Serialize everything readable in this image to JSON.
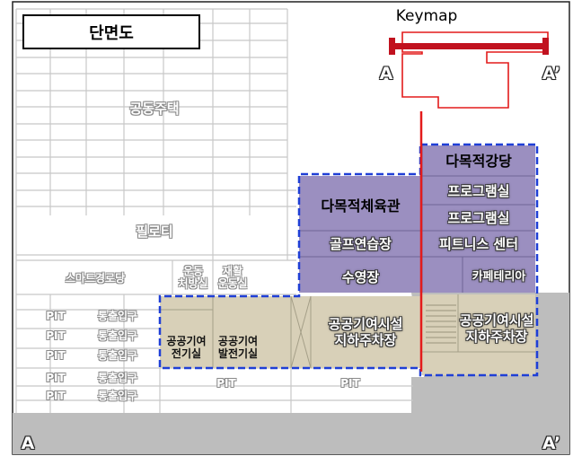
{
  "title": "단면도",
  "keymap": {
    "label": "Keymap",
    "marker_left": "A",
    "marker_right": "A’"
  },
  "section_marks": {
    "left": "A",
    "right": "A’"
  },
  "colors": {
    "purple_fill": "#9b8fc0",
    "tan_fill": "#d8d0b8",
    "dashed_border": "#1f3fd6",
    "section_line": "#e31b1b",
    "ground": "#bdbdbd",
    "grid_line": "#c8c8c8"
  },
  "existing": {
    "housing": "공동주택",
    "piloti": "필로티",
    "senior_center": "스마트경로당",
    "therapy_room": "운동\n처방실",
    "rehab_room": "재활\n운동실",
    "basement_rows": [
      {
        "pit": "PIT",
        "stair": "통출입구"
      },
      {
        "pit": "PIT",
        "stair": "통출입구"
      },
      {
        "pit": "PIT",
        "stair": "통출입구"
      },
      {
        "pit": "PIT",
        "stair": "통출입구"
      },
      {
        "pit": "PIT",
        "stair": "통출입구"
      }
    ],
    "lower_pit_1": "PIT",
    "lower_pit_2": "PIT"
  },
  "facilities": {
    "auditorium": "다목적강당",
    "gym": "다목적체육관",
    "program_room_1": "프로그램실",
    "program_room_2": "프로그램실",
    "golf": "골프연습장",
    "fitness": "피트니스 센터",
    "pool": "수영장",
    "cafeteria": "카페테리아",
    "parking_center": "공공기여시설\n지하주차장",
    "parking_right": "공공기여시설\n지하주차장",
    "electric_room": "공공기여\n전기실",
    "generator_room": "공공기여\n발전기실"
  }
}
